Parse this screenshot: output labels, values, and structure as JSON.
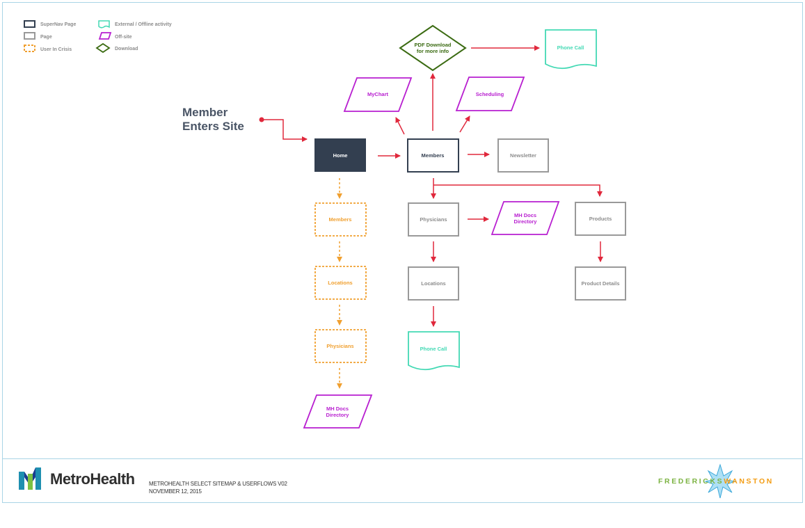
{
  "legend": {
    "supernav_page": "SuperNav Page",
    "page": "Page",
    "user_in_crisis": "User In Crisis",
    "external_offline": "External / Offline activity",
    "off_site": "Off-site",
    "download": "Download"
  },
  "entry": {
    "line1": "Member",
    "line2": "Enters Site"
  },
  "nodes": {
    "home": "Home",
    "members": "Members",
    "newsletter": "Newsletter",
    "mychart": "MyChart",
    "scheduling": "Scheduling",
    "pdf_line1": "PDF Download",
    "pdf_line2": "for more info",
    "phone_call_top": "Phone Call",
    "physicians": "Physicians",
    "mh_docs_line1": "MH Docs",
    "mh_docs_line2": "Directory",
    "products": "Products",
    "locations": "Locations",
    "product_details": "Product Details",
    "phone_call_bottom": "Phone Call",
    "crisis_members": "Members",
    "crisis_locations": "Locations",
    "crisis_physicians": "Physicians",
    "crisis_mh_docs_line1": "MH Docs",
    "crisis_mh_docs_line2": "Directory"
  },
  "footer": {
    "brand": "MetroHealth",
    "title_line1": "METROHEALTH SELECT SITEMAP & USERFLOWS V02",
    "title_line2": "NOVEMBER 12, 2015",
    "agency_part1": "FREDERICKS",
    "agency_part2": "WANSTON"
  },
  "colors": {
    "supernav": "#333f50",
    "page_gray": "#999999",
    "crisis_orange": "#f0a030",
    "external_teal": "#43d9b4",
    "offsite_purple": "#b81fd0",
    "download_green": "#3b6b12",
    "arrow_red": "#e0283c",
    "frame_blue": "#a9d4e6"
  }
}
